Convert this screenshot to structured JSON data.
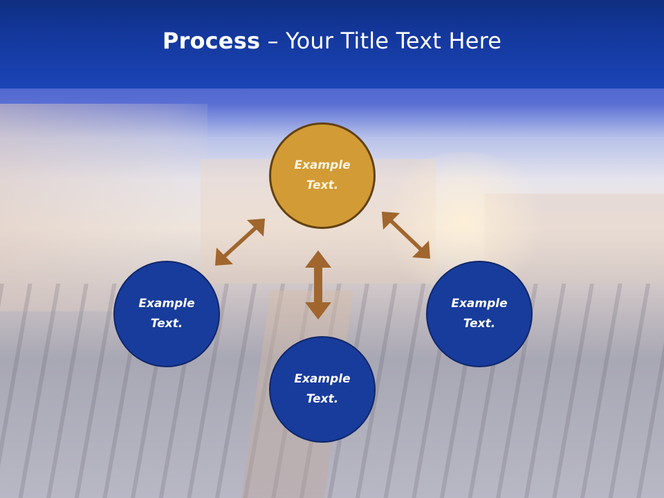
{
  "slide": {
    "title_bold": "Process",
    "title_rest": " – Your Title Text Here",
    "colors": {
      "header_blue": "#1b44b6",
      "gold_node": "#d29b35",
      "gold_border": "#614111",
      "blue_node": "#183c9c",
      "arrow_brown": "#a0662e"
    }
  },
  "diagram": {
    "nodes": [
      {
        "id": "top",
        "label_line1": "Example",
        "label_line2": "Text."
      },
      {
        "id": "left",
        "label_line1": "Example",
        "label_line2": "Text."
      },
      {
        "id": "bottom",
        "label_line1": "Example",
        "label_line2": "Text."
      },
      {
        "id": "right",
        "label_line1": "Example",
        "label_line2": "Text."
      }
    ],
    "connectors": [
      {
        "from": "top",
        "to": "left",
        "type": "double-arrow"
      },
      {
        "from": "top",
        "to": "bottom",
        "type": "double-arrow"
      },
      {
        "from": "top",
        "to": "right",
        "type": "double-arrow"
      }
    ]
  }
}
